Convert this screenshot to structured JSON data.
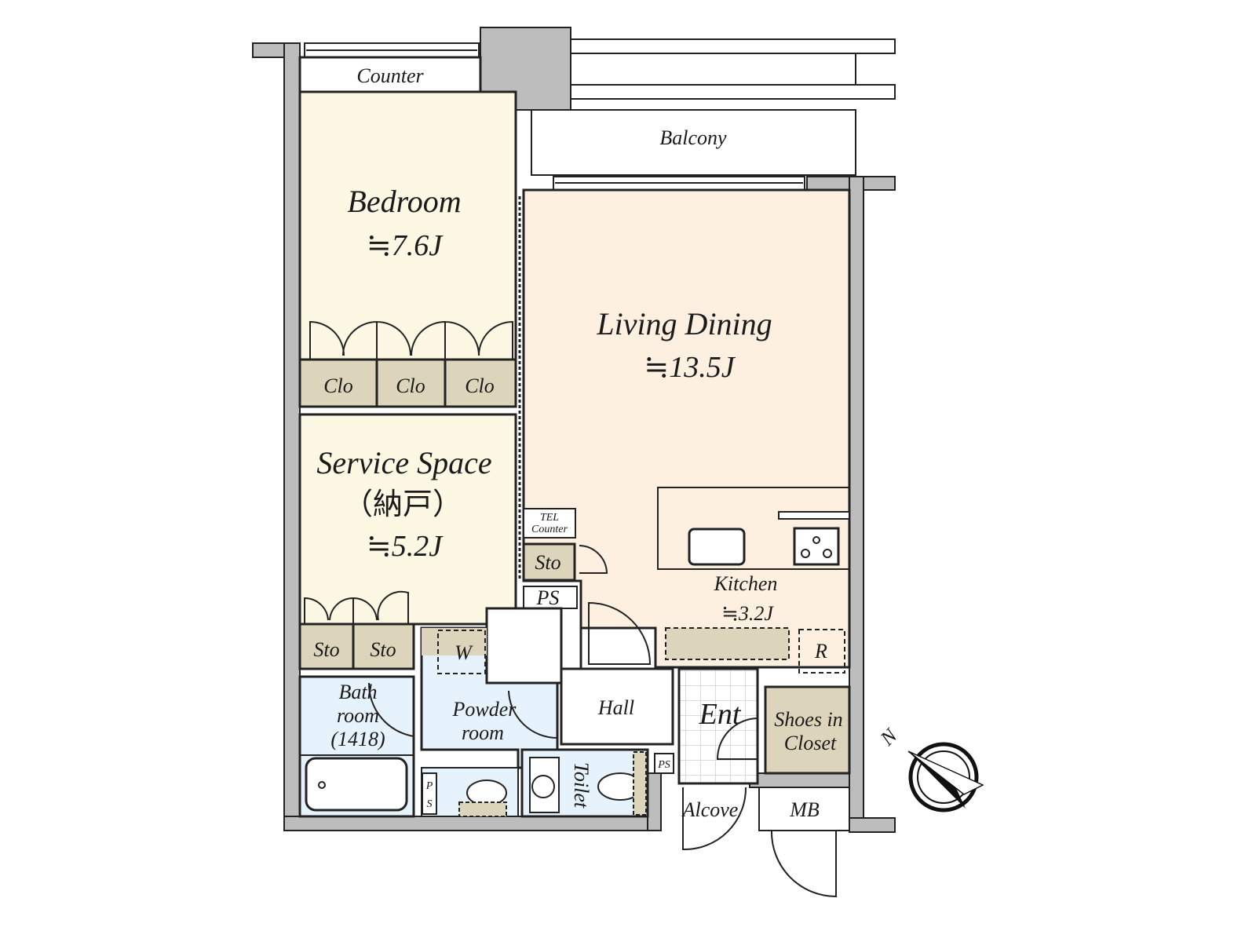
{
  "colors": {
    "bedroom": "#fdf8e4",
    "living": "#fdf0e0",
    "storage": "#ddd5bb",
    "wet_area": "#e6f2fc",
    "wall": "#bdbdbd"
  },
  "rooms": {
    "counter": "Counter",
    "balcony": "Balcony",
    "bedroom": {
      "name": "Bedroom",
      "area": "≒7.6J"
    },
    "living_dining": {
      "name": "Living Dining",
      "area": "≒13.5J"
    },
    "service_space": {
      "name": "Service Space",
      "subname": "（納戸）",
      "area": "≒5.2J"
    },
    "kitchen": {
      "name": "Kitchen",
      "area": "≒3.2J"
    },
    "closets": [
      "Clo",
      "Clo",
      "Clo"
    ],
    "storage_bedroom2": [
      "Sto",
      "Sto"
    ],
    "storage_hall": "Sto",
    "tel_counter": [
      "TEL",
      "Counter"
    ],
    "ps": "PS",
    "ps_small": "PS",
    "ps_bath": [
      "P",
      "S"
    ],
    "washer": "W",
    "refrigerator": "R",
    "bathroom": [
      "Bath",
      "room",
      "(1418)"
    ],
    "powder_room": [
      "Powder",
      "room"
    ],
    "hall": "Hall",
    "entrance": "Ent",
    "shoes_closet": [
      "Shoes in",
      "Closet"
    ],
    "toilet": "Toilet",
    "alcove": "Alcove",
    "meter_box": "MB"
  },
  "compass": {
    "label": "N"
  }
}
